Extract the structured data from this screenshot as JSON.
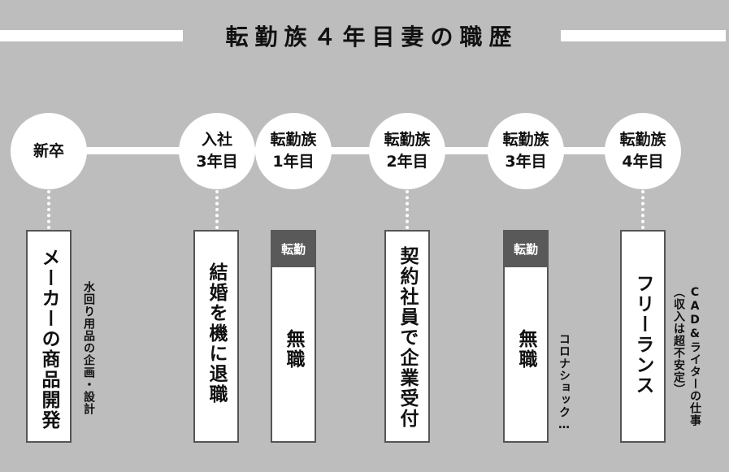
{
  "title": "転勤族４年目妻の職歴",
  "timeline": [
    {
      "node": "新卒",
      "card": "メーカーの商品開発",
      "tag": "",
      "note": "水回り用品の企画・設計"
    },
    {
      "node": "入社\n3年目",
      "card": "結婚を機に退職",
      "tag": "",
      "note": ""
    },
    {
      "node": "転勤族\n1年目",
      "card": "無職",
      "tag": "転勤",
      "note": ""
    },
    {
      "node": "転勤族\n2年目",
      "card": "契約社員で企業受付",
      "tag": "",
      "note": ""
    },
    {
      "node": "転勤族\n3年目",
      "card": "無職",
      "tag": "転勤",
      "note": "コロナショック…"
    },
    {
      "node": "転勤族\n4年目",
      "card": "フリーランス",
      "tag": "",
      "note": "CAD&ライターの仕事\n（収入は超不安定）"
    }
  ]
}
